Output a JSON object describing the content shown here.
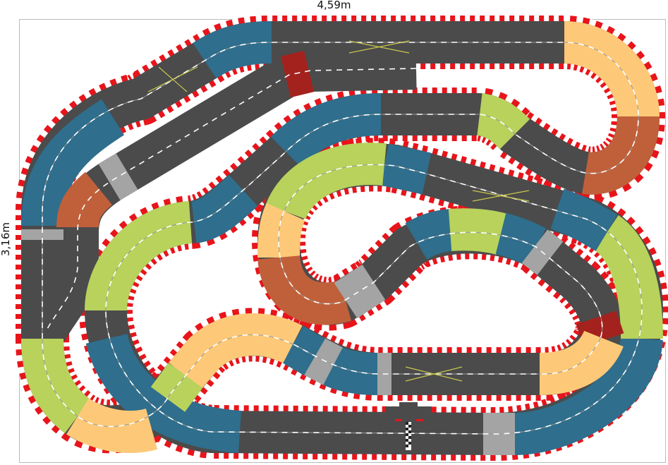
{
  "dimensions": {
    "width_label": "4,59m",
    "height_label": "3,16m"
  },
  "colors": {
    "track": "#4b4b4b",
    "curb_red": "#e8141b",
    "blue": "#2f6e8c",
    "green": "#b8d25c",
    "orange": "#fdc978",
    "rust": "#c0603a",
    "red": "#a3221e",
    "gray": "#a4a4a4"
  },
  "legend_icons": [
    "start-finish-checkered-line",
    "lane-change-crossover"
  ]
}
